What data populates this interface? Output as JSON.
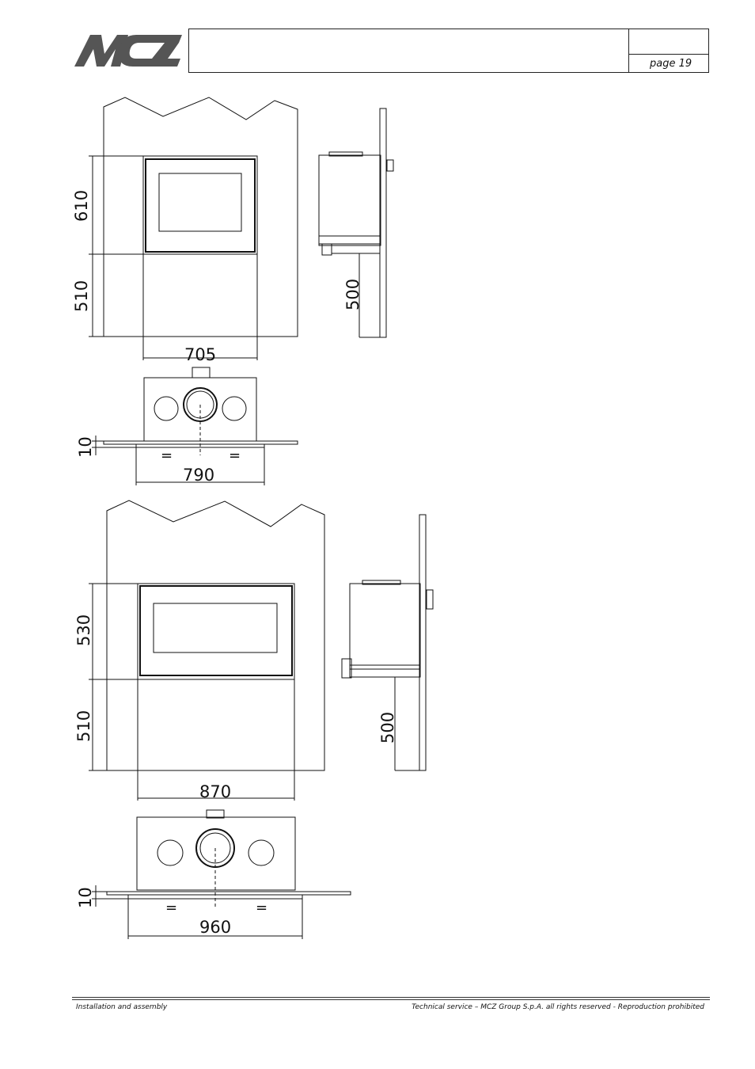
{
  "header": {
    "logo_text": "MCZ",
    "page_label": "page 19"
  },
  "drawing_top": {
    "height_upper": "610",
    "height_lower": "510",
    "side_height": "500",
    "width_front": "705",
    "top_depth": "10",
    "top_width": "790",
    "equal_left": "=",
    "equal_right": "="
  },
  "drawing_bottom": {
    "height_upper": "530",
    "height_lower": "510",
    "side_height": "500",
    "width_front": "870",
    "top_depth": "10",
    "top_width": "960",
    "equal_left": "=",
    "equal_right": "="
  },
  "footer": {
    "left": "Installation and assembly",
    "right": "Technical service – MCZ Group S.p.A. all rights reserved - Reproduction prohibited"
  },
  "colors": {
    "line": "#111111",
    "logo": "#555555"
  }
}
